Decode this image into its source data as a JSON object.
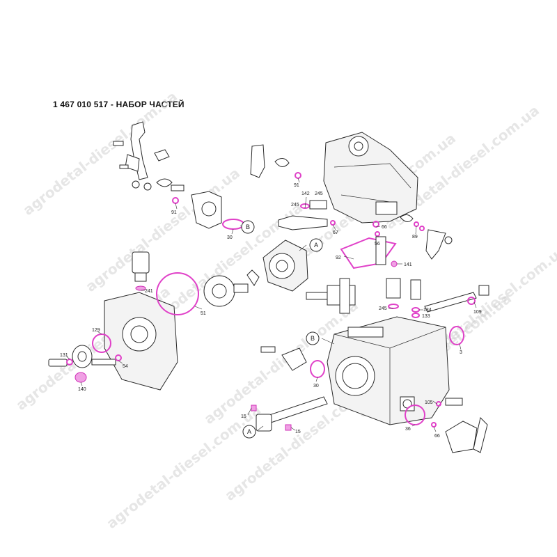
{
  "title": "1 467 010 517 - НАБОР ЧАСТЕЙ",
  "watermark": "agrodetal-diesel.com.ua",
  "colors": {
    "seal": "#e040c8",
    "line": "#2a2a2a",
    "watermark": "#c8c8c8"
  },
  "callouts": [
    {
      "id": "A",
      "text": "A"
    },
    {
      "id": "B",
      "text": "B"
    }
  ],
  "labels": {
    "l91a": "91",
    "l30a": "30",
    "l91b": "91",
    "l142": "142",
    "l245a": "245",
    "l245b": "245",
    "l67": "67",
    "l66a": "66",
    "l56": "56",
    "l89": "89",
    "l92": "92",
    "l141": "141",
    "l241": "241",
    "l51": "51",
    "l129": "129",
    "l131": "131",
    "l54": "54",
    "l140": "140",
    "l245c": "245",
    "l134": "134",
    "l133": "133",
    "l109": "109",
    "l3": "3",
    "l30b": "30",
    "l105": "105",
    "l36": "36",
    "l66b": "66",
    "l15a": "15",
    "l15b": "15"
  }
}
